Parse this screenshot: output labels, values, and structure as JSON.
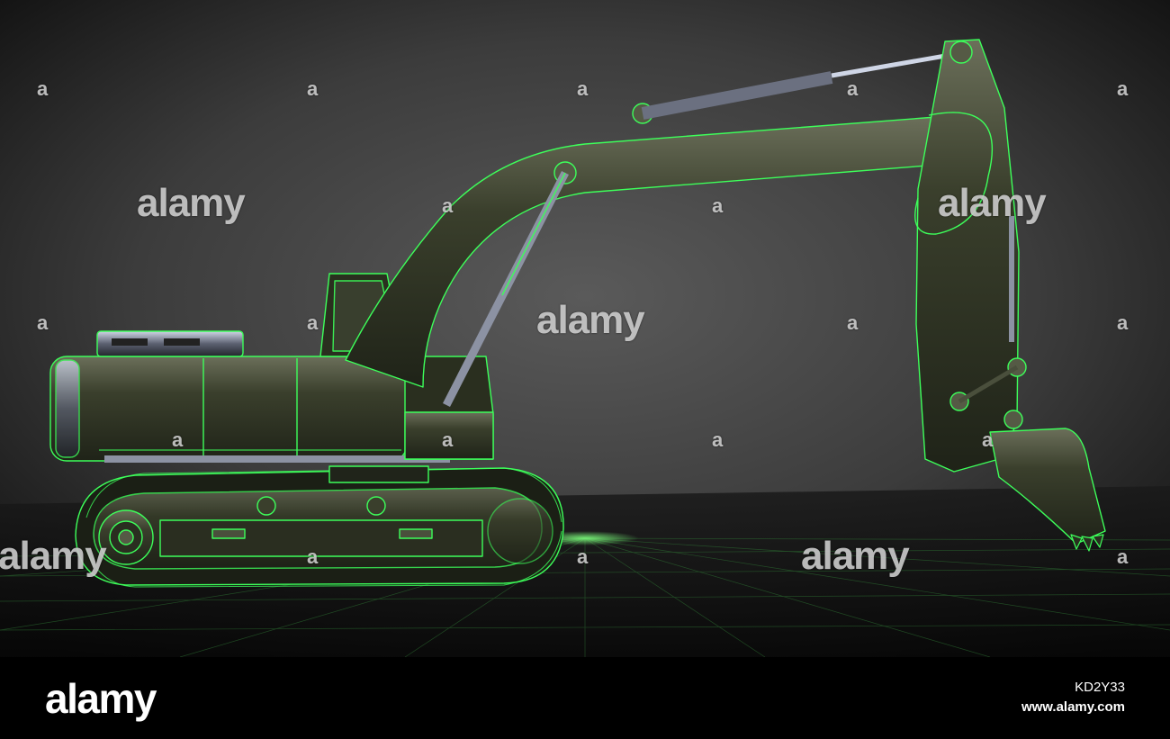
{
  "watermark": {
    "text": "alamy",
    "mark": "a"
  },
  "footer": {
    "logo": "alamy",
    "image_id": "KD2Y33",
    "url": "www.alamy.com"
  },
  "colors": {
    "background": "#3a3a3a",
    "wireframe": "#3dff5a",
    "body": "#2e3322",
    "footer": "#000000"
  },
  "subject": "excavator-render"
}
